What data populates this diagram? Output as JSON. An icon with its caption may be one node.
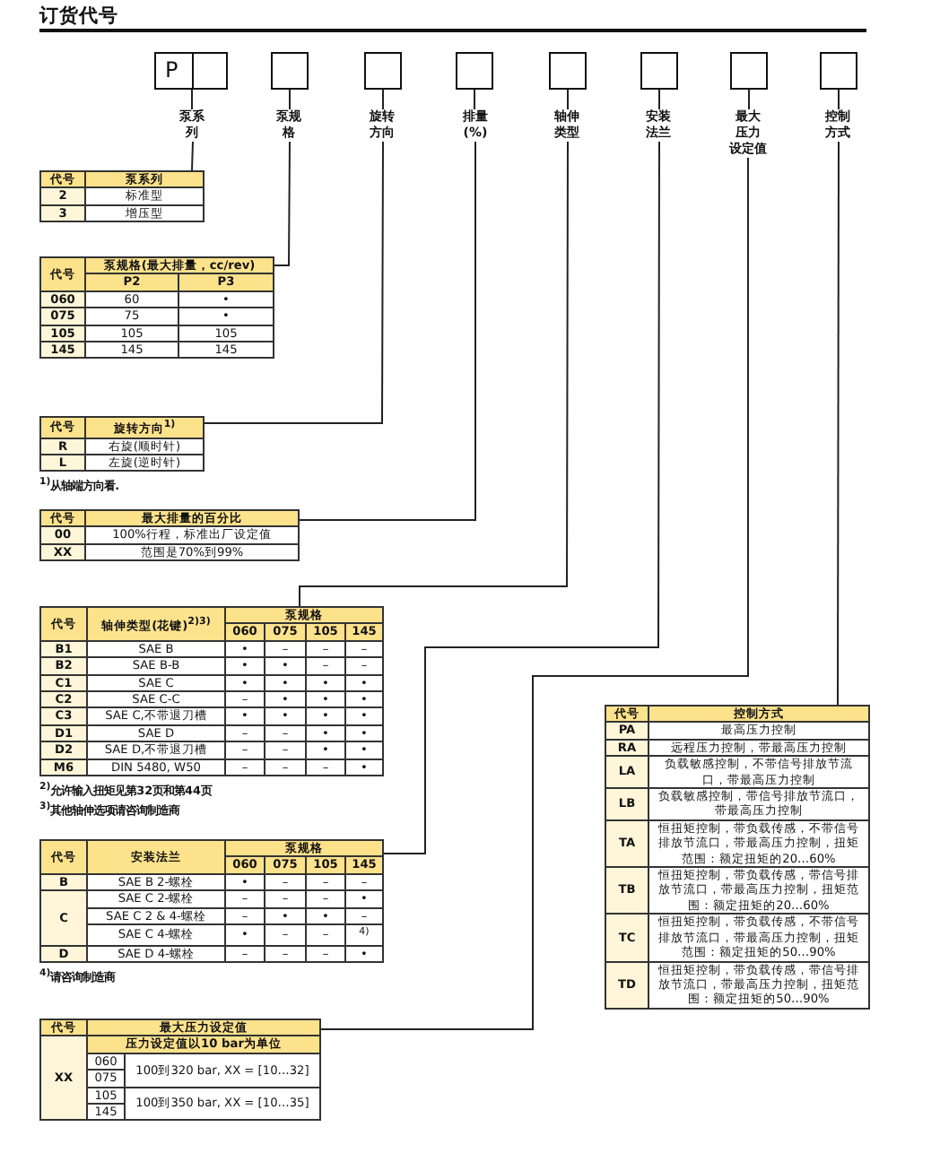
{
  "diagram": {
    "title": "订货代号",
    "nodes": [
      {
        "text": [
          "P"
        ]
      },
      {
        "text": [],
        "shape": "box"
      },
      {
        "text": [],
        "shape": "box"
      },
      {
        "text": [],
        "shape": "box"
      },
      {
        "text": [],
        "shape": "box"
      },
      {
        "text": [],
        "shape": "box"
      },
      {
        "text": [],
        "shape": "box"
      },
      {
        "text": [],
        "shape": "box"
      },
      {
        "text": [
          "泵系列"
        ]
      },
      {
        "text": [
          "泵规格"
        ]
      },
      {
        "text": [
          "旋转方向"
        ]
      },
      {
        "text": [
          "排量(%)"
        ]
      },
      {
        "text": [
          "轴伸类型"
        ]
      },
      {
        "text": [
          "安装法兰"
        ]
      },
      {
        "text": [
          "最大压力设定值"
        ]
      },
      {
        "text": [
          "控制方式"
        ]
      },
      {
        "text": [
          "代号",
          "泵系列",
          "2",
          "标准型",
          "3",
          "增压型"
        ]
      },
      {
        "text": [
          "代号",
          "泵规格(最大排量，cc/rev)",
          "P2",
          "P3",
          "060",
          "60",
          "•",
          "075",
          "75",
          "•",
          "105",
          "105",
          "105",
          "145",
          "145",
          "145"
        ]
      },
      {
        "text": [
          "代号",
          "旋转方向$^{1)}$",
          "R",
          "右旋(顺时针)",
          "L",
          "左旋(逆时针)"
        ],
        "beside": [
          "$^{1)}$从轴端方向看."
        ]
      },
      {
        "text": [
          "代号",
          "最大排量的百分比",
          "00",
          "100%行程，标准出厂设定值",
          "XX",
          "范围是70%到99%"
        ]
      },
      {
        "text": [
          "代号",
          "轴伸类型(花键)$^{2)3)}$",
          "泵规格",
          "060",
          "075",
          "105",
          "145",
          "B1",
          "SAE B",
          "•",
          "–",
          "–",
          "–",
          "B2",
          "SAE B-B",
          "•",
          "•",
          "–",
          "–",
          "C1",
          "SAE C",
          "•",
          "•",
          "•",
          "•",
          "C2",
          "SAE C-C",
          "–",
          "•",
          "•",
          "•",
          "C3",
          "SAE C,不带退刀槽",
          "•",
          "•",
          "•",
          "•",
          "D1",
          "SAE D",
          "–",
          "–",
          "•",
          "•",
          "D2",
          "SAE D,不带退刀槽",
          "–",
          "–",
          "•",
          "•",
          "M6",
          "DIN 5480, W50",
          "–",
          "–",
          "–",
          "•"
        ],
        "beside": [
          "$^{2)}$允许输入扭矩见第32页和第44页",
          "$^{3)}$其他轴伸选项请咨询制造商"
        ]
      },
      {
        "text": [
          "代号",
          "安装法兰",
          "泵规格",
          "060",
          "075",
          "105",
          "145",
          "B",
          "SAE B 2-螺栓",
          "•",
          "–",
          "–",
          "–",
          "C",
          "SAE C 2-螺栓",
          "–",
          "–",
          "–",
          "•",
          "SAE C 2 & 4-螺栓",
          "–",
          "•",
          "•",
          "–",
          "SAE C 4-螺栓",
          "•",
          "–",
          "–",
          "$^{4)}$",
          "D",
          "SAE D 4-螺栓",
          "–",
          "–",
          "–",
          "•"
        ],
        "beside": [
          "$^{4)}$请咨询制造商"
        ]
      },
      {
        "text": [
          "代号",
          "最大压力设定值",
          "XX",
          "压力设定值以10 bar为单位",
          "060",
          "100到320 bar, XX = [10…32]",
          "075",
          "105",
          "100到350 bar, XX = [10…35]",
          "145"
        ]
      },
      {
        "text": [
          "代号",
          "控制方式",
          "PA",
          "最高压力控制",
          "RA",
          "远程压力控制，带最高压力控制",
          "LA",
          "负载敏感控制，不带信号排放节流口，带最高压力控制",
          "LB",
          "负载敏感控制，带信号排放节流口，带最高压力控制",
          "TA",
          "恒扭矩控制，带负载传感，不带信号排放节流口，带最高压力控制，扭矩范围：额定扭矩的20…60%",
          "TB",
          "恒扭矩控制，带负载传感，带信号排放节流口，带最高压力控制，扭矩范围：额定扭矩的20…60%",
          "TC",
          "恒扭矩控制，带负载传感，不带信号排放节流口，带最高压力控制，扭矩范围：额定扭矩的50…90%",
          "TD",
          "恒扭矩控制，带负载传感，带信号排放节流口，带最高压力控制，扭矩范围：额定扭矩的50…90%"
        ]
      }
    ],
    "edges": [
      {
        "from": 0,
        "to": 8,
        "arrow": "none"
      },
      {
        "from": 1,
        "to": 9,
        "arrow": "none"
      },
      {
        "from": 2,
        "to": 10,
        "arrow": "none"
      },
      {
        "from": 3,
        "to": 11,
        "arrow": "none"
      },
      {
        "from": 4,
        "to": 12,
        "arrow": "none"
      },
      {
        "from": 5,
        "to": 13,
        "arrow": "none"
      },
      {
        "from": 6,
        "to": 14,
        "arrow": "none"
      },
      {
        "from": 7,
        "to": 15,
        "arrow": "none"
      },
      {
        "from": 8,
        "to": 16,
        "arrow": "none"
      },
      {
        "from": 9,
        "to": 17,
        "arrow": "none"
      },
      {
        "from": 10,
        "to": 18,
        "arrow": "none"
      },
      {
        "from": 11,
        "to": 19,
        "arrow": "none"
      },
      {
        "from": 12,
        "to": 20,
        "arrow": "none"
      },
      {
        "from": 13,
        "to": 21,
        "arrow": "none"
      },
      {
        "from": 14,
        "to": 22,
        "arrow": "none"
      },
      {
        "from": 15,
        "to": 23,
        "arrow": "none"
      }
    ]
  }
}
